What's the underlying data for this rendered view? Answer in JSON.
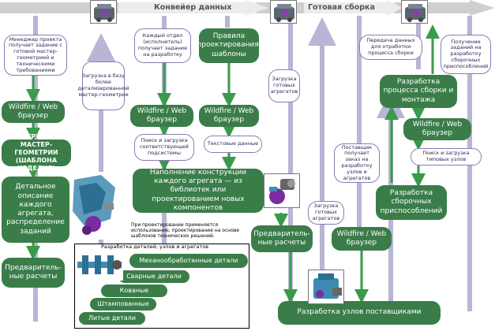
{
  "banners": [
    "Конвейер данных",
    "Готовая сборка"
  ],
  "boxes": [
    "Wildfire / Web браузер",
    "ЗАГРУЗКА МАСТЕР-ГЕОМЕТРИИ (ШАБЛОНА ИЗДЕЛИЯ)",
    "Детальное описание каждого агрегата, распределение заданий",
    "Предваритель-ные расчеты",
    "Wildfire / Web браузер",
    "Правила проектирования, шаблоны",
    "Wildfire / Web браузер",
    "Наполнение конструкции каждого агрегата — из библиотек или проектированием новых компонентов",
    "Предваритель-ные расчеты",
    "Wildfire / Web браузер",
    "Разработка процесса сборки и монтажа",
    "Wildfire / Web браузер",
    "Разработка сборочных приспособлений",
    "Разработка узлов поставщиками"
  ],
  "bubbles": [
    "Менеджер проекта получает задание с готовой мастер-геометрией и техническими требованиями",
    "Загрузка в базу более детализированной мастер-геометрии",
    "Каждый отдел (исполнитель) получает задание на разработку",
    "Поиск и загрузка соответствующей подсистемы",
    "Текстовые данные",
    "Загрузка готовых агрегатов",
    "Поставщик получает заказ на разработку узлов и агрегатов",
    "Загрузка готовых агрегатов",
    "Передача данных для отработки процесса сборки",
    "Получение заданий на разработку сборочных приспособлений",
    "Поиск и загрузка типовых узлов"
  ],
  "parts_title": "Разработка деталей, узлов и агрегатов",
  "parts": [
    "Механообработанные детали",
    "Сварные детали",
    "Кованые",
    "Штампованные",
    "Литые детали"
  ],
  "footnote": "При проектировании применяется использование, проектирование на основе шаблонов технических решений.",
  "colors": {
    "process": "#3a7d49",
    "link": "#3a9a4b",
    "pipe": "#b8b5d6",
    "bubble_border": "#8a7cb0"
  }
}
